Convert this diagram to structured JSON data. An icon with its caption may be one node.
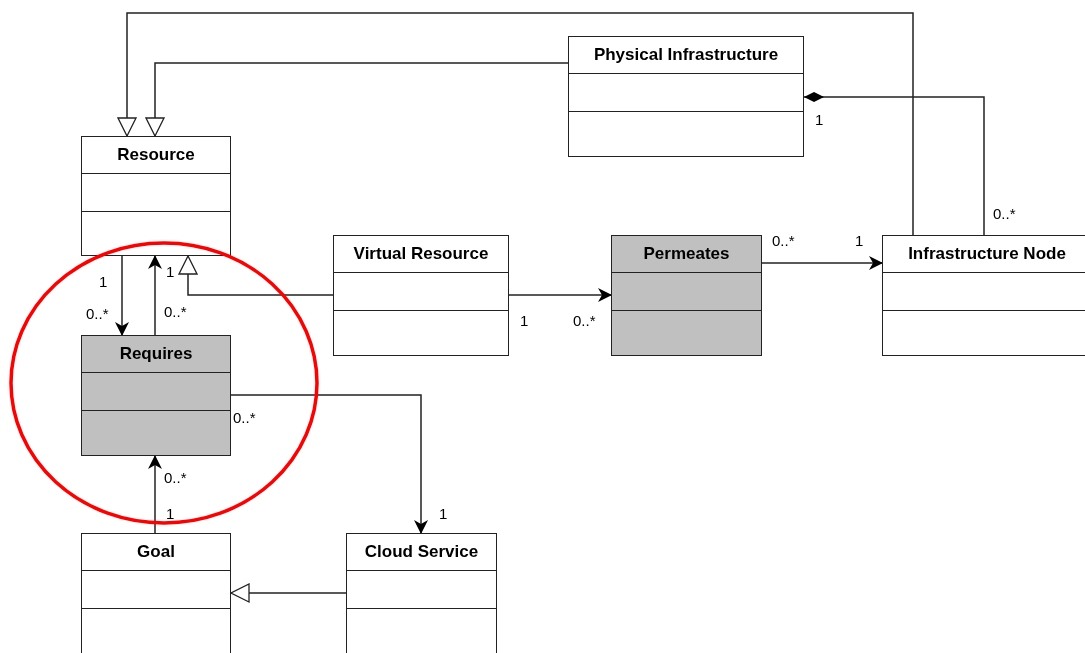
{
  "diagram": {
    "nodes": [
      {
        "text": [
          "Physical Infrastructure"
        ]
      },
      {
        "text": [
          "Resource"
        ]
      },
      {
        "text": [
          "Virtual Resource"
        ]
      },
      {
        "text": [
          "Permeates"
        ]
      },
      {
        "text": [
          "Infrastructure Node"
        ]
      },
      {
        "text": [
          "Requires"
        ]
      },
      {
        "text": [
          "Goal"
        ]
      },
      {
        "text": [
          "Cloud Service"
        ]
      }
    ],
    "edges": [
      {
        "from": 4,
        "to": 1,
        "arrow": "to"
      },
      {
        "from": 0,
        "to": 1,
        "arrow": "to"
      },
      {
        "from": 2,
        "to": 1,
        "arrow": "to"
      },
      {
        "from": 1,
        "to": 5,
        "arrow": "to"
      },
      {
        "from": 5,
        "to": 1,
        "arrow": "to"
      },
      {
        "from": 2,
        "to": 3,
        "arrow": "to"
      },
      {
        "from": 3,
        "to": 4,
        "arrow": "to"
      },
      {
        "from": 4,
        "to": 0,
        "arrow": "other"
      },
      {
        "from": 5,
        "to": 7,
        "arrow": "to"
      },
      {
        "from": 6,
        "to": 5,
        "arrow": "to"
      },
      {
        "from": 7,
        "to": 6,
        "arrow": "to"
      }
    ],
    "labels": [
      "1",
      "0..*",
      "0..*",
      "1",
      "1",
      "1",
      "0..*",
      "0..*",
      "1",
      "0..*",
      "0..*",
      "0..*",
      "1",
      "1"
    ]
  }
}
